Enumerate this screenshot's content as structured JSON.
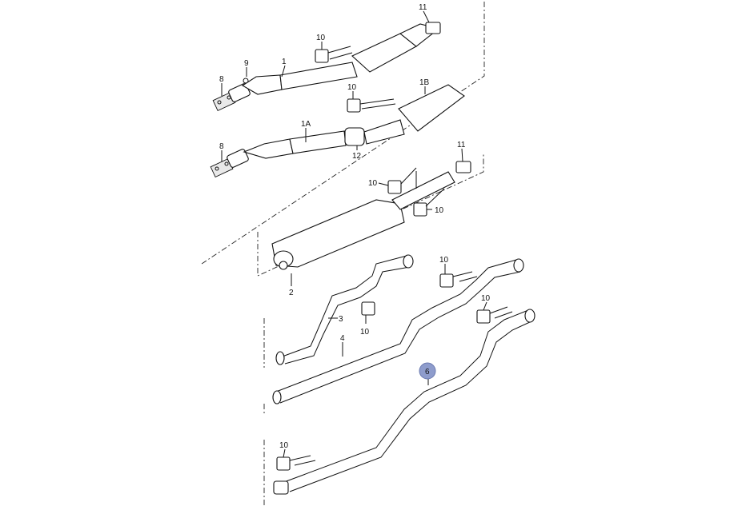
{
  "diagram": {
    "labels": {
      "p1": "1",
      "p1a": "1A",
      "p1b": "1B",
      "p2": "2",
      "p3": "3",
      "p4": "4",
      "p6": "6",
      "p8_top": "8",
      "p8_bottom": "8",
      "p9": "9",
      "p10_a": "10",
      "p10_b": "10",
      "p10_c": "10",
      "p10_d": "10",
      "p10_e": "10",
      "p10_f": "10",
      "p10_g": "10",
      "p10_h": "10",
      "p11_top": "11",
      "p11_mid": "11",
      "p12": "12"
    },
    "colors": {
      "line": "#111111",
      "highlight_marker": "#8e9ccc"
    }
  }
}
